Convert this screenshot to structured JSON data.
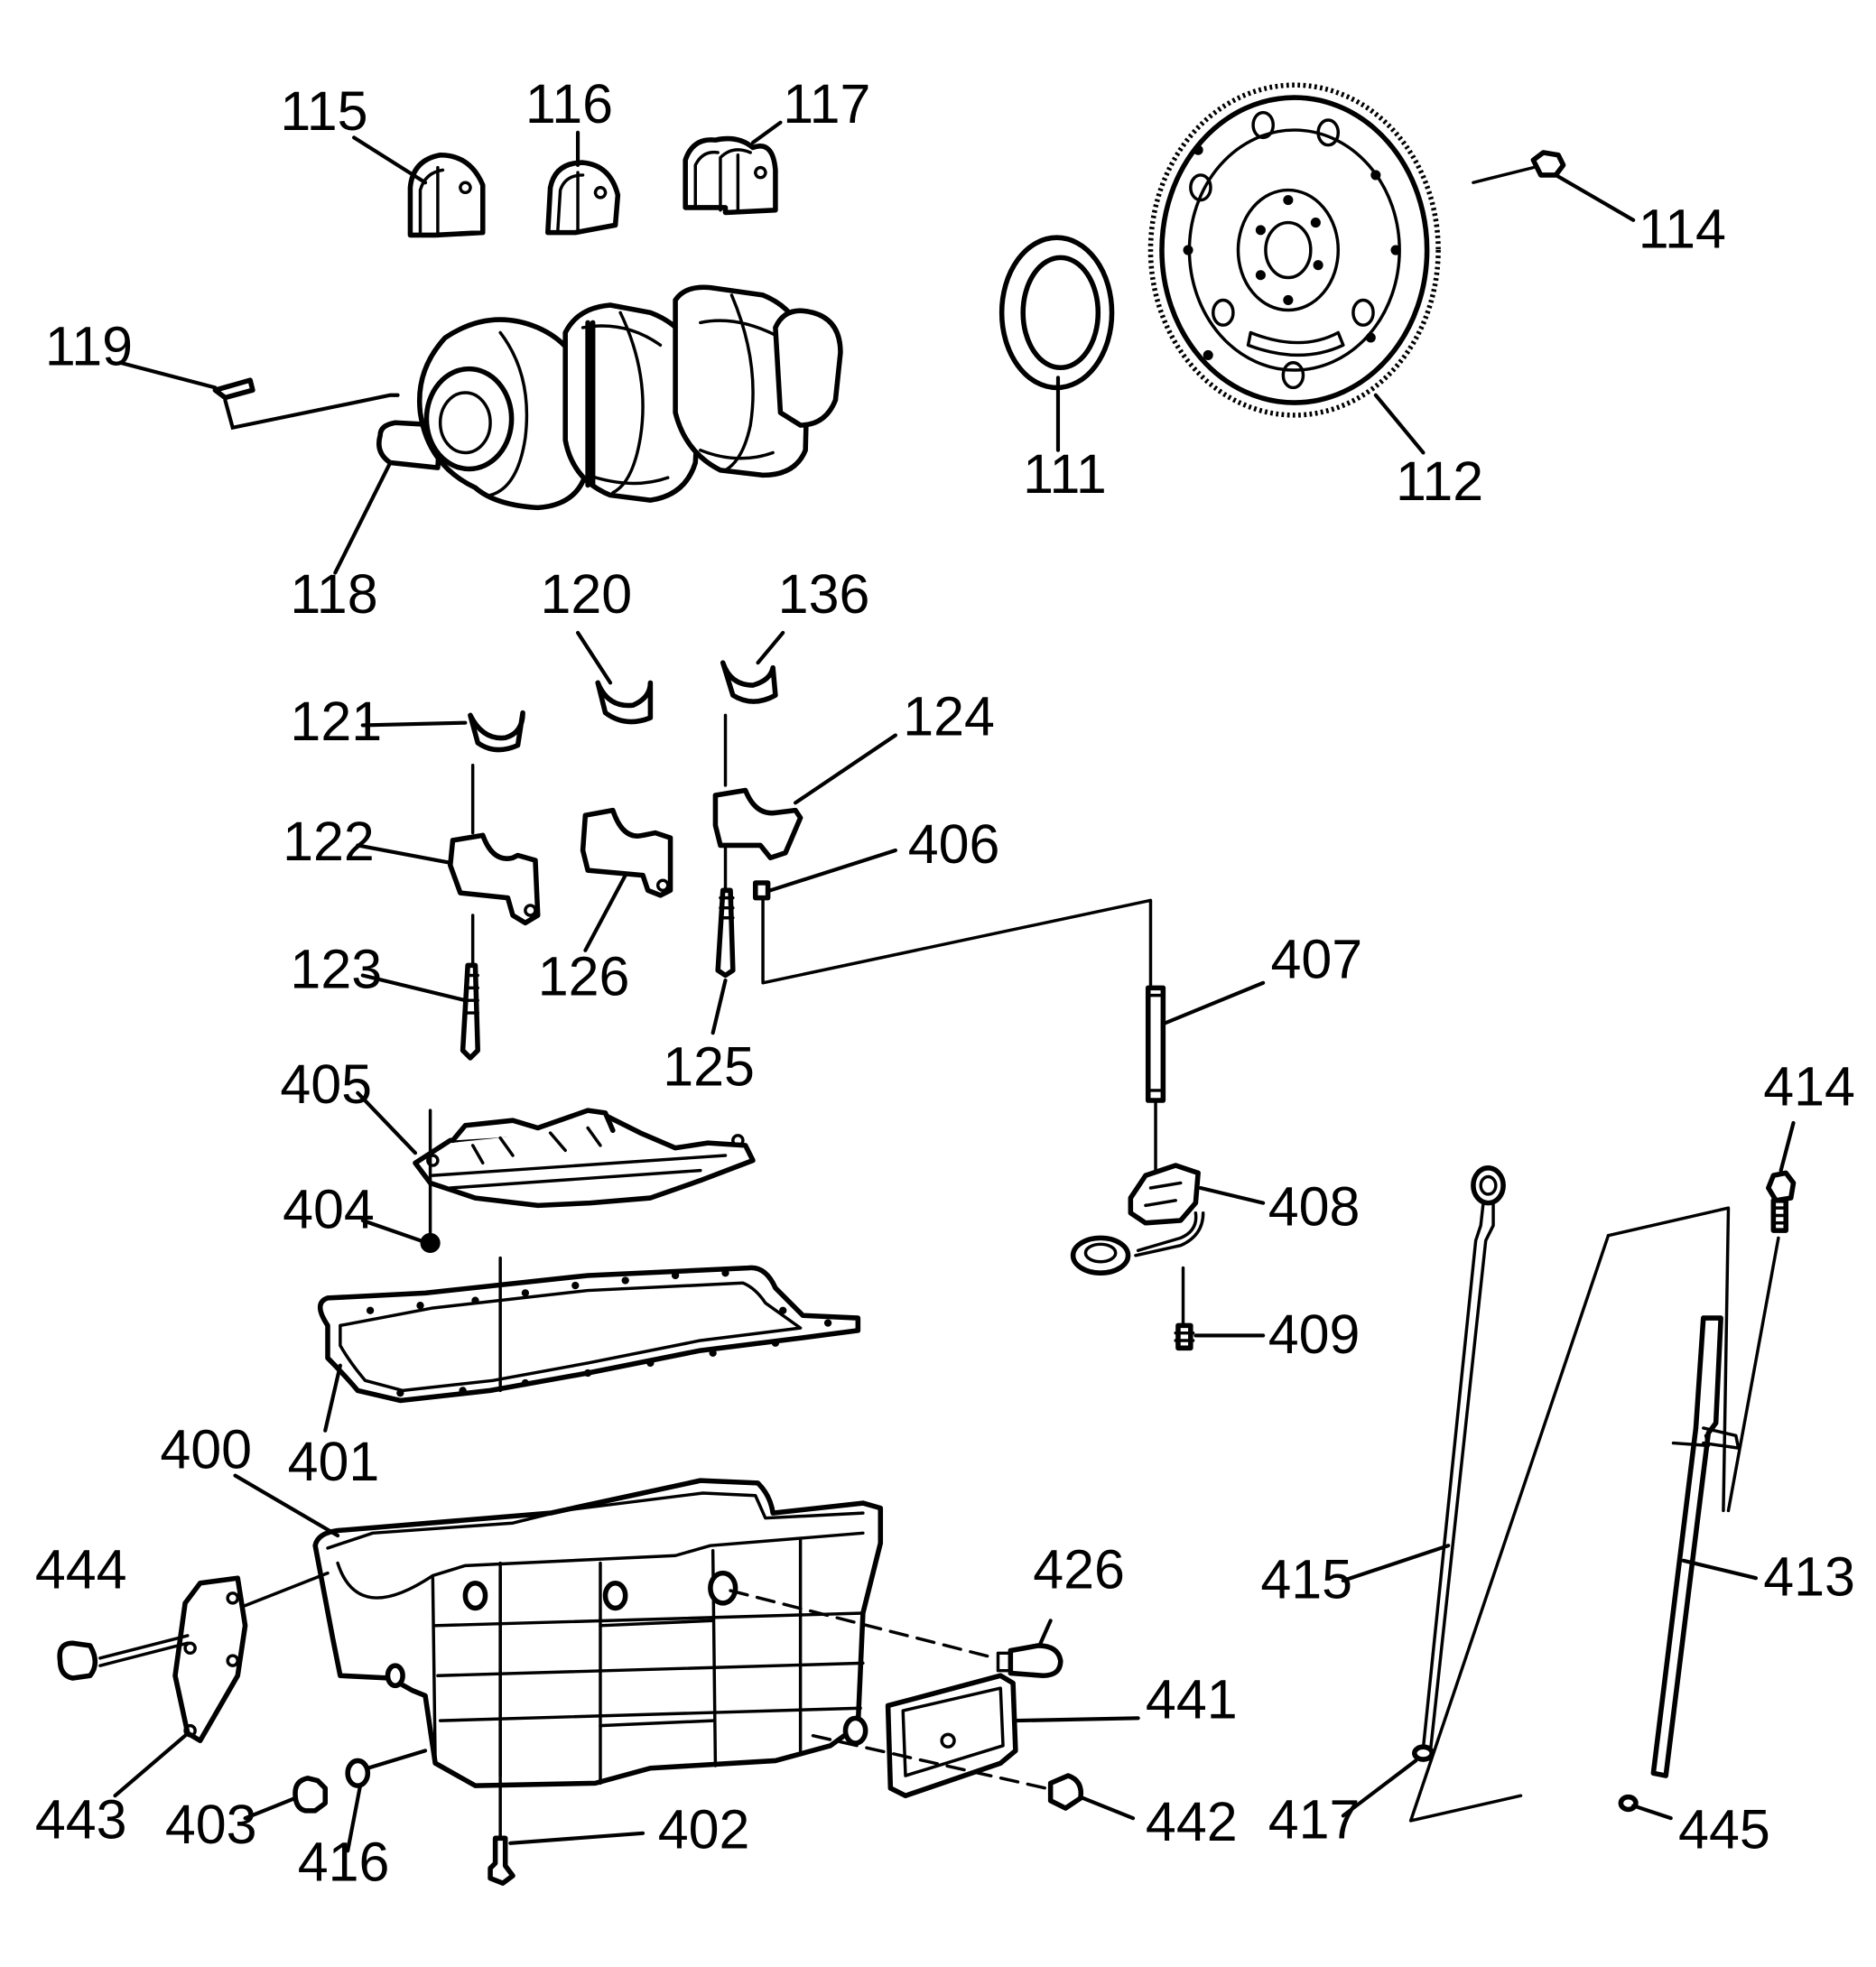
{
  "diagram": {
    "callouts": [
      {
        "id": "111",
        "text": "111"
      },
      {
        "id": "112",
        "text": "112"
      },
      {
        "id": "114",
        "text": "114"
      },
      {
        "id": "115",
        "text": "115"
      },
      {
        "id": "116",
        "text": "116"
      },
      {
        "id": "117",
        "text": "117"
      },
      {
        "id": "118",
        "text": "118"
      },
      {
        "id": "119",
        "text": "119"
      },
      {
        "id": "120",
        "text": "120"
      },
      {
        "id": "121",
        "text": "121"
      },
      {
        "id": "122",
        "text": "122"
      },
      {
        "id": "123",
        "text": "123"
      },
      {
        "id": "124",
        "text": "124"
      },
      {
        "id": "125",
        "text": "125"
      },
      {
        "id": "126",
        "text": "126"
      },
      {
        "id": "136",
        "text": "136"
      },
      {
        "id": "400",
        "text": "400"
      },
      {
        "id": "401",
        "text": "401"
      },
      {
        "id": "402",
        "text": "402"
      },
      {
        "id": "403",
        "text": "403"
      },
      {
        "id": "404",
        "text": "404"
      },
      {
        "id": "405",
        "text": "405"
      },
      {
        "id": "406",
        "text": "406"
      },
      {
        "id": "407",
        "text": "407"
      },
      {
        "id": "408",
        "text": "408"
      },
      {
        "id": "409",
        "text": "409"
      },
      {
        "id": "413",
        "text": "413"
      },
      {
        "id": "414",
        "text": "414"
      },
      {
        "id": "415",
        "text": "415"
      },
      {
        "id": "416",
        "text": "416"
      },
      {
        "id": "417",
        "text": "417"
      },
      {
        "id": "426",
        "text": "426"
      },
      {
        "id": "441",
        "text": "441"
      },
      {
        "id": "442",
        "text": "442"
      },
      {
        "id": "443",
        "text": "443"
      },
      {
        "id": "444",
        "text": "444"
      },
      {
        "id": "445",
        "text": "445"
      }
    ]
  }
}
